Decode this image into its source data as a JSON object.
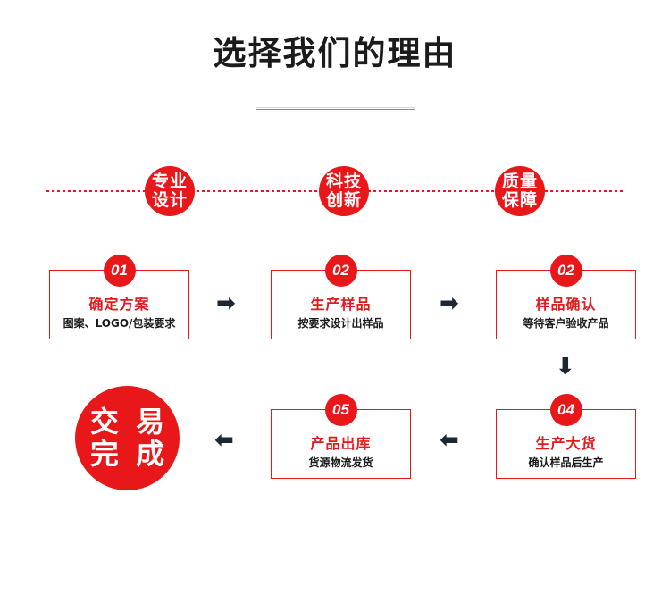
{
  "header": {
    "title": "选择我们的理由",
    "divider": "divider-line"
  },
  "theme": {
    "red": "#e8171a",
    "dark": "#1d2733",
    "text": "#1b1b1b",
    "divider_gray": "#8e8e8e"
  },
  "rail": {
    "style": "dotted",
    "color": "#e8171a",
    "circles": [
      {
        "line1": "专业",
        "line2": "设计"
      },
      {
        "line1": "科技",
        "line2": "创新"
      },
      {
        "line1": "质量",
        "line2": "保障"
      }
    ]
  },
  "steps": [
    {
      "number": "01",
      "title": "确定方案",
      "desc": "图案、LOGO/包装要求"
    },
    {
      "number": "02",
      "title": "生产样品",
      "desc": "按要求设计出样品"
    },
    {
      "number": "02",
      "title": "样品确认",
      "desc": "等待客户验收产品"
    },
    {
      "number": "04",
      "title": "生产大货",
      "desc": "确认样品后生产"
    },
    {
      "number": "05",
      "title": "产品出库",
      "desc": "货源物流发货"
    }
  ],
  "arrows": {
    "right": "➡",
    "left": "⬅",
    "down": "⬇"
  },
  "final": {
    "line1": "交 易",
    "line2": "完 成"
  }
}
